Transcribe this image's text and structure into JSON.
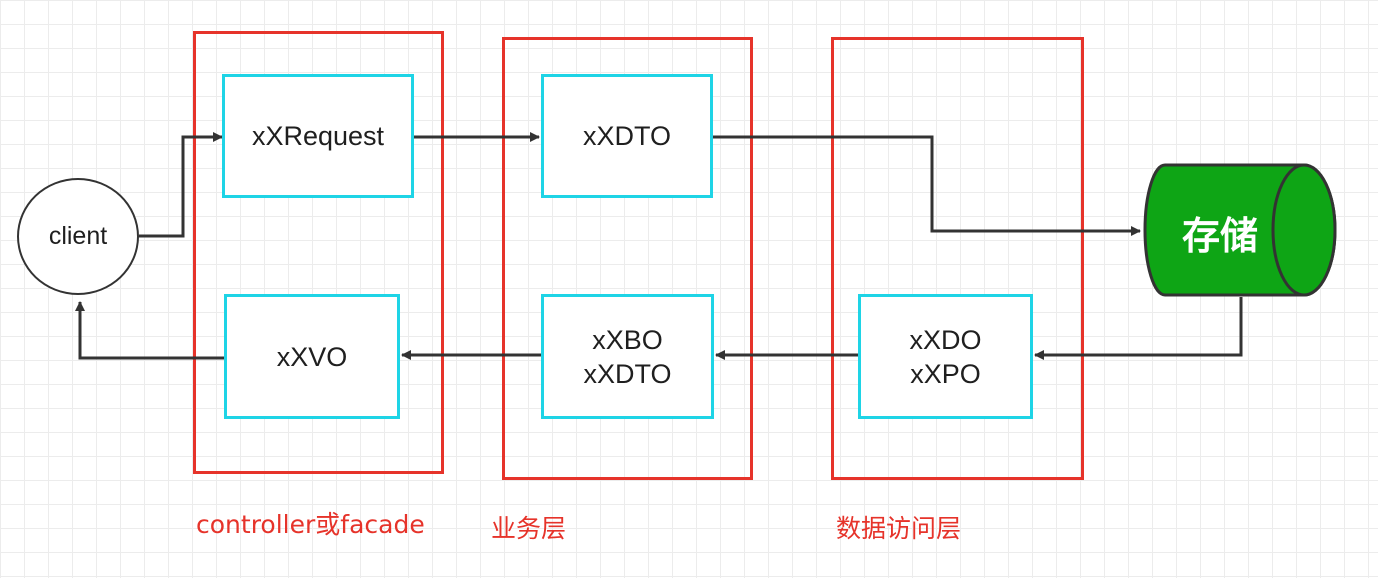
{
  "client": {
    "label": "client"
  },
  "layers": [
    {
      "label": "controller或facade"
    },
    {
      "label": "业务层"
    },
    {
      "label": "数据访问层"
    }
  ],
  "nodes": {
    "request": {
      "line1": "xXRequest"
    },
    "vo": {
      "line1": "xXVO"
    },
    "dto": {
      "line1": "xXDTO"
    },
    "bo_dto": {
      "line1": "xXBO",
      "line2": "xXDTO"
    },
    "do_po": {
      "line1": "xXDO",
      "line2": "xXPO"
    }
  },
  "storage": {
    "label": "存储"
  },
  "colors": {
    "layer_border": "#e6332a",
    "node_border": "#1ed4e6",
    "storage_fill": "#0ea515",
    "arrow": "#333333"
  }
}
